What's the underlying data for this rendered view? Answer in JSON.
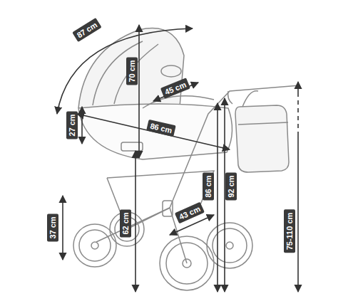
{
  "diagram": {
    "labels": [
      "87 cm",
      "70 cm",
      "45 cm",
      "27 cm",
      "86 cm",
      "86 cm",
      "92 cm",
      "37 cm",
      "62 cm",
      "43 cm",
      "75-110 cm"
    ]
  }
}
